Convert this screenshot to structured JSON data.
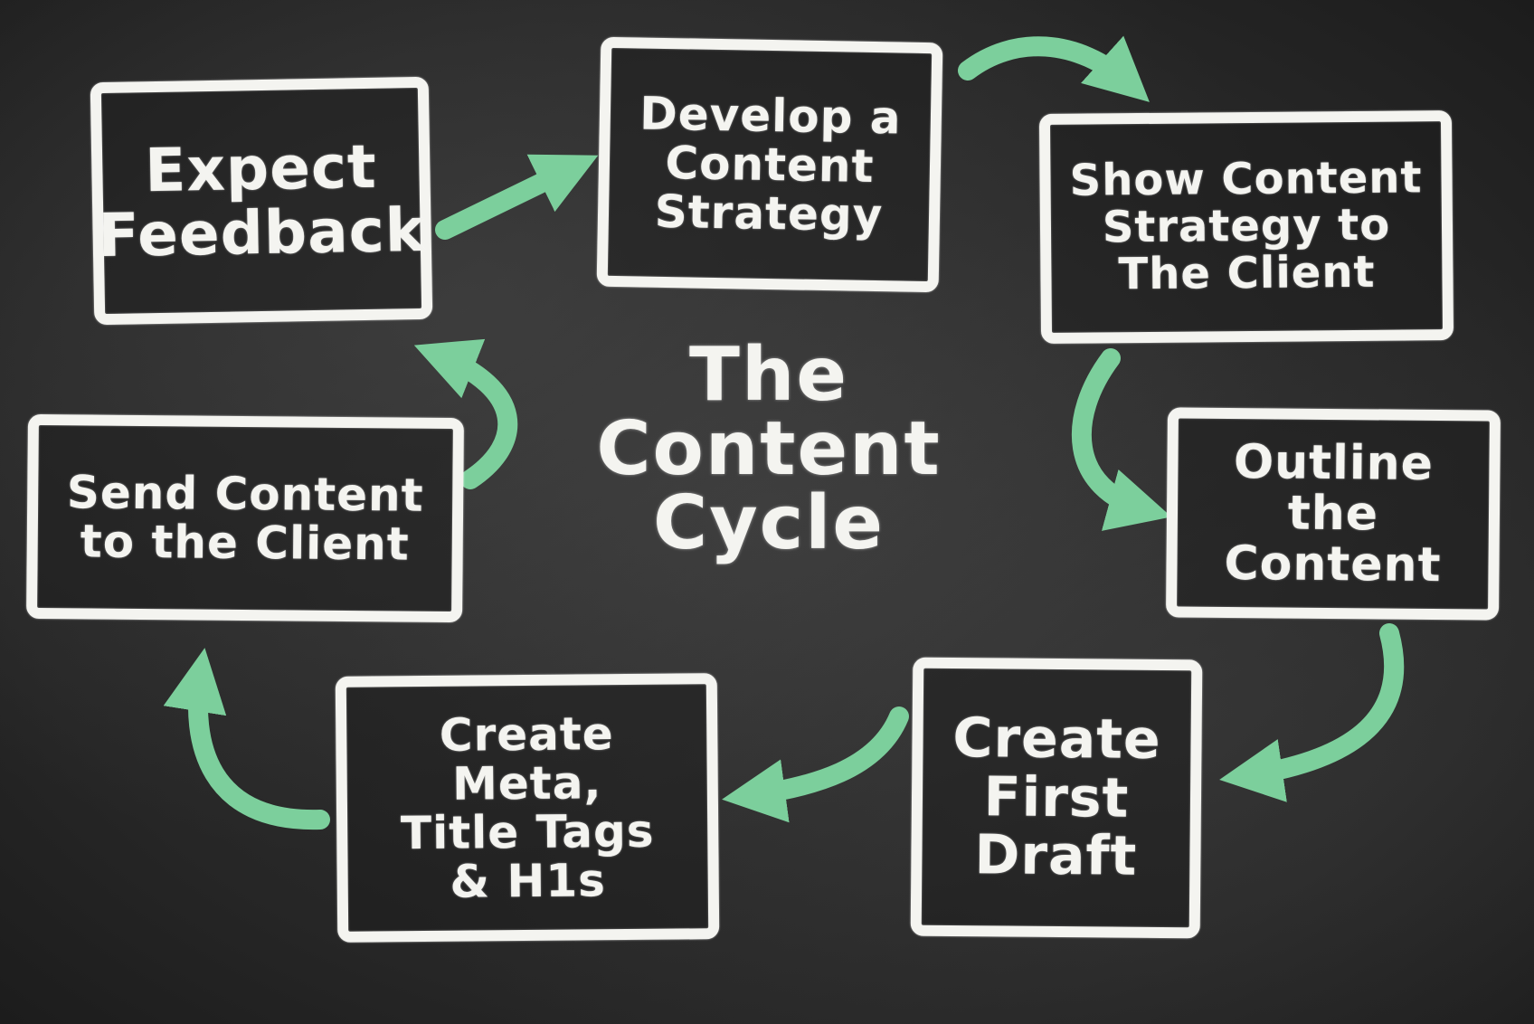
{
  "title": "The\nContent\nCycle",
  "colors": {
    "board": "#2a2a2a",
    "chalk": "#f4f4f0",
    "arrow": "#7ccf9c"
  },
  "steps": [
    {
      "id": "develop",
      "label": "Develop a\nContent\nStrategy"
    },
    {
      "id": "show",
      "label": "Show Content\nStrategy to\nThe Client"
    },
    {
      "id": "outline",
      "label": "Outline\nthe\nContent"
    },
    {
      "id": "draft",
      "label": "Create\nFirst\nDraft"
    },
    {
      "id": "meta",
      "label": "Create\nMeta,\nTitle Tags\n& H1s"
    },
    {
      "id": "send",
      "label": "Send Content\nto the Client"
    },
    {
      "id": "expect",
      "label": "Expect\nFeedback"
    }
  ]
}
